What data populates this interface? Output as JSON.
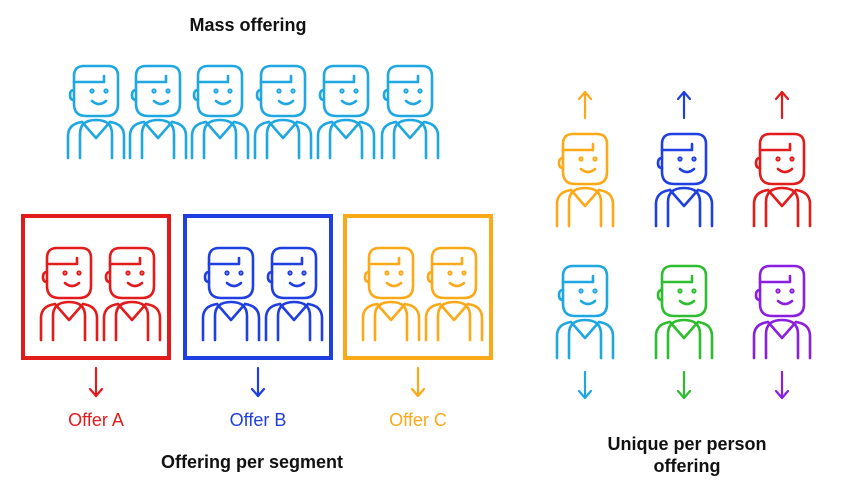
{
  "titles": {
    "mass": "Mass offering",
    "segment": "Offering per segment",
    "unique_line1": "Unique per person",
    "unique_line2": "offering"
  },
  "segments": [
    {
      "label": "Offer A",
      "color": "#e21b1b"
    },
    {
      "label": "Offer B",
      "color": "#1f3fe0"
    },
    {
      "label": "Offer C",
      "color": "#fba919"
    }
  ],
  "mass_color": "#1ea7e0",
  "unique_people": [
    {
      "color": "#fba919",
      "arrow": "up"
    },
    {
      "color": "#1f3fe0",
      "arrow": "up"
    },
    {
      "color": "#e21b1b",
      "arrow": "up"
    },
    {
      "color": "#1ea7e0",
      "arrow": "down"
    },
    {
      "color": "#2ebd2e",
      "arrow": "down"
    },
    {
      "color": "#8b1fe0",
      "arrow": "down"
    }
  ]
}
